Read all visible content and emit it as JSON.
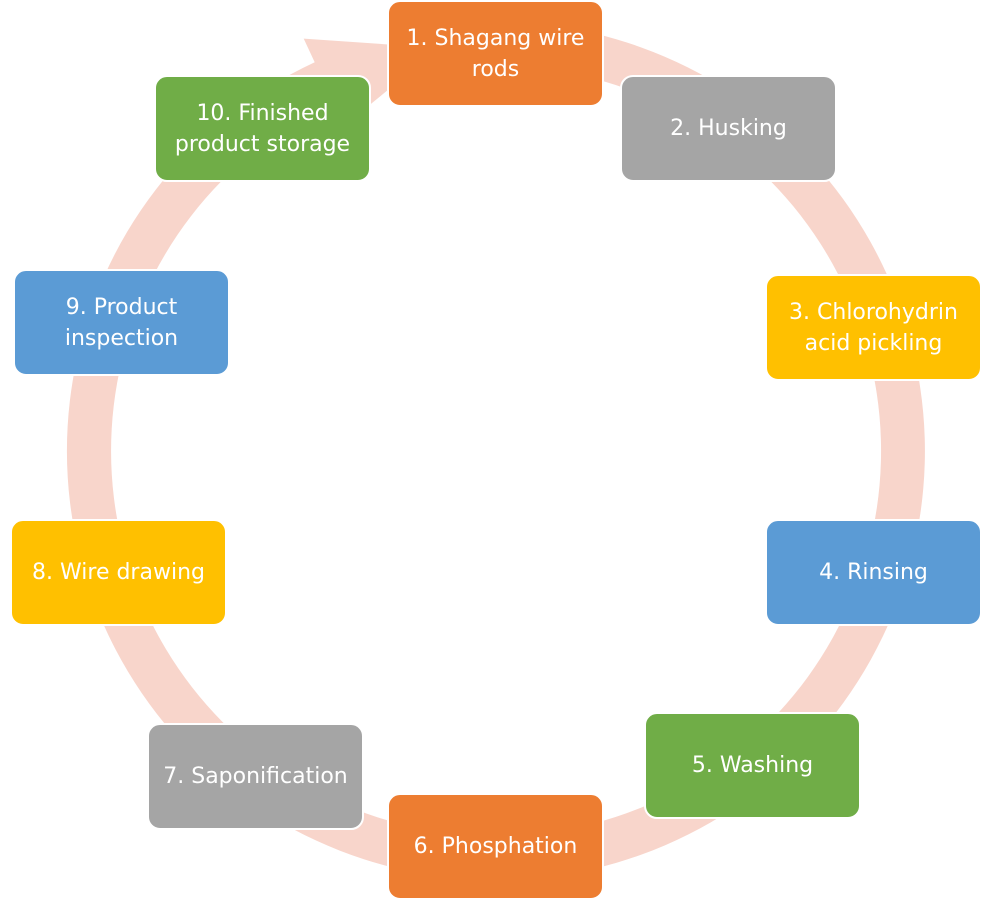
{
  "colors": {
    "orange": "#ED7D31",
    "gray": "#A5A5A5",
    "gold": "#FFC000",
    "blue": "#5B9BD5",
    "green": "#70AD47",
    "ring": "#F8D5CB"
  },
  "steps": [
    {
      "label": "1. Shagang wire rods",
      "color": "orange"
    },
    {
      "label": "2. Husking",
      "color": "gray"
    },
    {
      "label": "3. Chlorohydrin acid pickling",
      "color": "gold"
    },
    {
      "label": "4. Rinsing",
      "color": "blue"
    },
    {
      "label": "5. Washing",
      "color": "green"
    },
    {
      "label": "6. Phosphation",
      "color": "orange"
    },
    {
      "label": "7. Saponification",
      "color": "gray"
    },
    {
      "label": "8. Wire drawing",
      "color": "gold"
    },
    {
      "label": "9. Product inspection",
      "color": "blue"
    },
    {
      "label": "10. Finished product storage",
      "color": "green"
    }
  ]
}
